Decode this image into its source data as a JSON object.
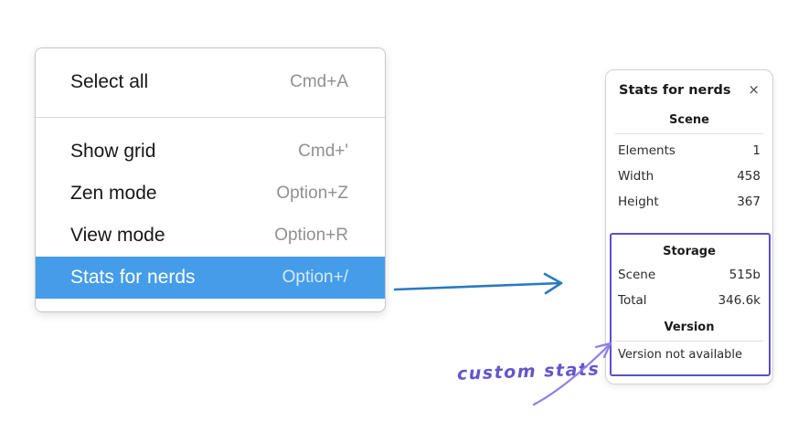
{
  "colors": {
    "menu_highlight": "#459de9",
    "flow_arrow": "#2a79c0",
    "annotation_box": "#5b50c8",
    "annotation_arrow": "#8f7ee8",
    "annotation_text": "#6355cd"
  },
  "menu": {
    "items": [
      {
        "label": "Select all",
        "shortcut": "Cmd+A"
      },
      {
        "label": "Show grid",
        "shortcut": "Cmd+'"
      },
      {
        "label": "Zen mode",
        "shortcut": "Option+Z"
      },
      {
        "label": "View mode",
        "shortcut": "Option+R"
      },
      {
        "label": "Stats for nerds",
        "shortcut": "Option+/"
      }
    ],
    "selected_item": "Stats for nerds"
  },
  "panel": {
    "title": "Stats for nerds",
    "close_icon": "×",
    "scene": {
      "heading": "Scene",
      "rows": [
        {
          "label": "Elements",
          "value": "1"
        },
        {
          "label": "Width",
          "value": "458"
        },
        {
          "label": "Height",
          "value": "367"
        }
      ]
    },
    "storage": {
      "heading": "Storage",
      "rows": [
        {
          "label": "Scene",
          "value": "515b"
        },
        {
          "label": "Total",
          "value": "346.6k"
        }
      ]
    },
    "version": {
      "heading": "Version",
      "text": "Version not available"
    }
  },
  "annotation": {
    "label": "custom stats"
  }
}
